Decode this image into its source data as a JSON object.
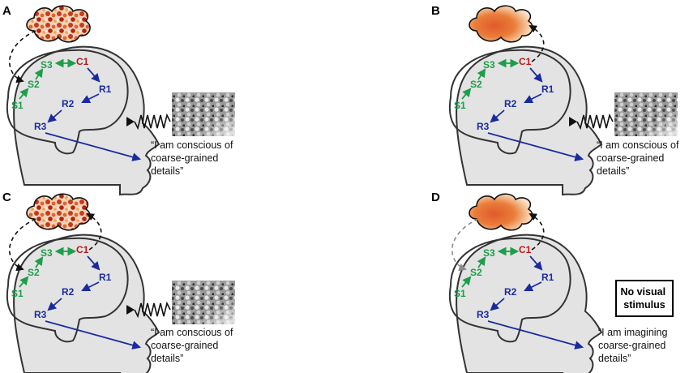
{
  "colors": {
    "sensory": "#1e9e4a",
    "conscious": "#c0161b",
    "response": "#1a2ba0",
    "dashed_active": "#111111",
    "dashed_inactive": "#8a8a8a",
    "head_fill": "#e3e3e3",
    "outline": "#333333"
  },
  "panels": [
    {
      "label": "A",
      "nodes": {
        "s1": "S1",
        "s2": "S2",
        "s3": "S3",
        "c1": "C1",
        "r1": "R1",
        "r2": "R2",
        "r3": "R3"
      },
      "quote": [
        "“I am conscious of",
        "coarse-grained",
        "details”"
      ],
      "cloud_texture": "fine-grained",
      "stimulus": "image",
      "box_text": []
    },
    {
      "label": "B",
      "nodes": {
        "s1": "S1",
        "s2": "S2",
        "s3": "S3",
        "c1": "C1",
        "r1": "R1",
        "r2": "R2",
        "r3": "R3"
      },
      "quote": [
        "“I am conscious of",
        "coarse-grained",
        "details”"
      ],
      "cloud_texture": "coarse-grained",
      "stimulus": "image",
      "box_text": []
    },
    {
      "label": "C",
      "nodes": {
        "s1": "S1",
        "s2": "S2",
        "s3": "S3",
        "c1": "C1",
        "r1": "R1",
        "r2": "R2",
        "r3": "R3"
      },
      "quote": [
        "“I am conscious of",
        "coarse-grained",
        "details”"
      ],
      "cloud_texture": "fine-grained",
      "stimulus": "image",
      "box_text": []
    },
    {
      "label": "D",
      "nodes": {
        "s1": "S1",
        "s2": "S2",
        "s3": "S3",
        "c1": "C1",
        "r1": "R1",
        "r2": "R2",
        "r3": "R3"
      },
      "quote": [
        "“I am imagining",
        "coarse-grained",
        "details”"
      ],
      "cloud_texture": "coarse-grained",
      "stimulus": "none",
      "box_text": [
        "No visual",
        "stimulus"
      ]
    }
  ]
}
